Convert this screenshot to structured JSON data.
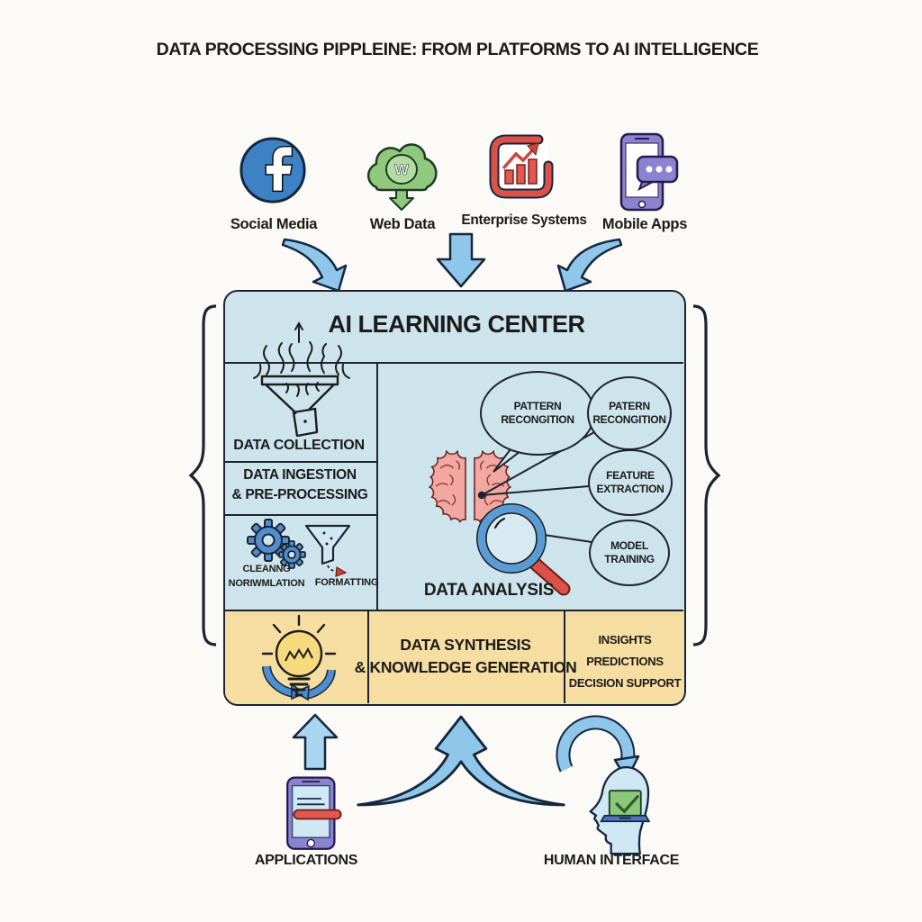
{
  "title": "DATA PROCESSING PIPPLEINE: FROM PLATFORMS TO AI INTELLIGENCE",
  "sources": [
    {
      "label": "Social Media",
      "icon": "facebook-icon"
    },
    {
      "label": "Web Data",
      "icon": "web-cloud-icon"
    },
    {
      "label": "Enterprise Systems",
      "icon": "bar-chart-icon"
    },
    {
      "label": "Mobile Apps",
      "icon": "mobile-chat-icon"
    }
  ],
  "center": {
    "title": "AI LEARNING CENTER",
    "data_collection": "DATA COLLECTION",
    "ingestion_line1": "DATA INGESTION",
    "ingestion_line2": "& PRE-PROCESSING",
    "cleaning_line1": "CLEANNG",
    "cleaning_line2": "NORIWMLATION",
    "formatting": "FORMATTING",
    "analysis_label": "DATA ANALYSIS",
    "bubbles": [
      {
        "line1": "PATTERN",
        "line2": "RECONGITION"
      },
      {
        "line1": "PATERN",
        "line2": "RECONGITION"
      },
      {
        "line1": "FEATURE",
        "line2": "EXTRACTION"
      },
      {
        "line1": "MODEL",
        "line2": "TRAINING"
      }
    ],
    "synthesis_line1": "DATA SYNTHESIS",
    "synthesis_line2": "& KNOWLEDGE GENERATION",
    "outputs_line1": "INSIGHTS",
    "outputs_line2": "PREDICTIONS",
    "outputs_line3": "DECISION SUPPORT"
  },
  "bottom": {
    "applications": "APPLICATIONS",
    "human_interface": "HUMAN INTERFACE"
  },
  "icons": {
    "facebook_letter": "f",
    "web_cloud_letter": "W"
  },
  "colors": {
    "panel_blue": "#cee4ed",
    "panel_yellow": "#f6dda1",
    "arrow_blue": "#8ec7ea",
    "facebook_blue": "#3d82c4",
    "cloud_green": "#90c87d",
    "enterprise_red": "#dd5248",
    "mobile_purple": "#8b83cf",
    "brain_pink": "#f2a8a1",
    "outline_dark": "#1d2330"
  }
}
